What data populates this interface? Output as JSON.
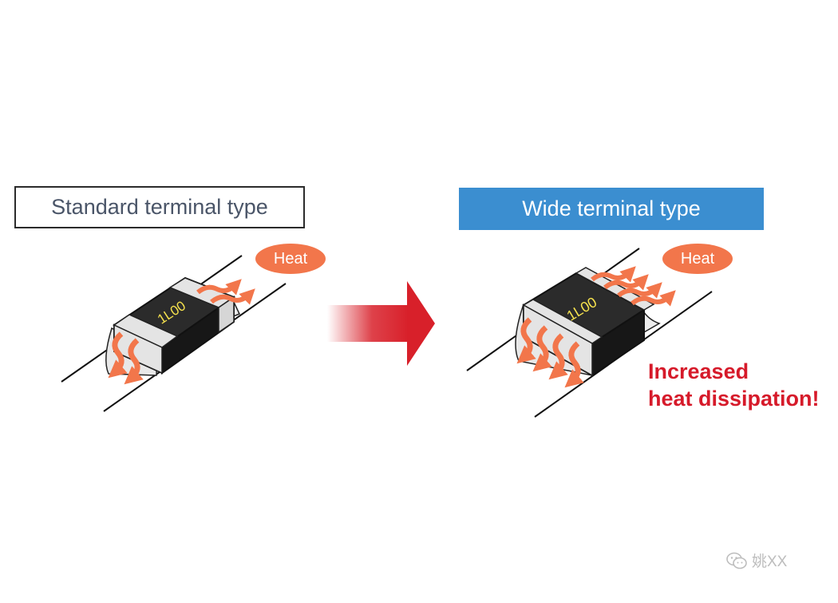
{
  "standard": {
    "title": "Standard terminal type",
    "marking": "1L00",
    "heat": "Heat"
  },
  "wide": {
    "title": "Wide terminal type",
    "marking": "1L00",
    "heat": "Heat",
    "callout_line1": "Increased",
    "callout_line2": "heat dissipation!"
  },
  "colors": {
    "accent_blue": "#3b8ed0",
    "heat_orange": "#f2764b",
    "arrow_red": "#d8202a",
    "callout_red": "#d61a2a",
    "chip_body": "#2b2b2b",
    "terminal_gray": "#e4e4e4",
    "marking_yellow": "#f4e04d"
  },
  "watermark": {
    "icon": "wechat-icon",
    "text": "姚XX"
  }
}
